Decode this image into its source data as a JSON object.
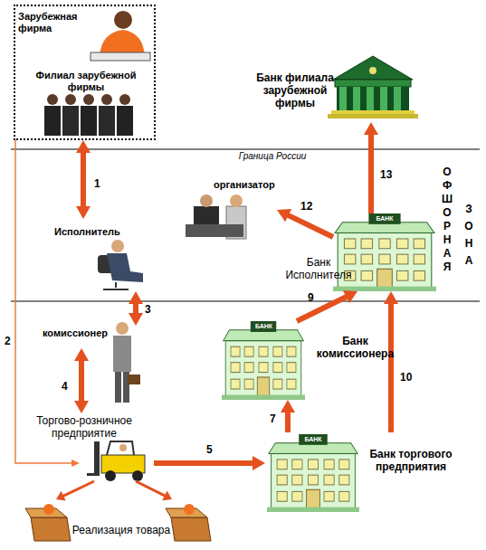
{
  "diagram": {
    "nodes": [
      {
        "text": [
          "Зарубежная фирма",
          "Филиал зарубежной фирмы"
        ]
      },
      {
        "text": [
          "Банк филиала зарубежной фирмы"
        ]
      },
      {
        "text": [
          "Исполнитель"
        ]
      },
      {
        "text": [
          "организатор"
        ]
      },
      {
        "text": [
          "БАНК",
          "Банк Исполнителя"
        ]
      },
      {
        "text": [
          "комиссионер"
        ]
      },
      {
        "text": [
          "БАНК",
          "Банк комиссионера"
        ]
      },
      {
        "text": [
          "Торгово-розничное предприятие"
        ]
      },
      {
        "text": [
          "БАНК",
          "Банк торгового предприятия"
        ]
      },
      {
        "text": [
          "Реализация товара"
        ]
      }
    ],
    "edges": [
      {
        "from": 0,
        "to": 2,
        "arrow": "both",
        "label": "1"
      },
      {
        "from": 0,
        "to": 7,
        "arrow": "to",
        "label": "2"
      },
      {
        "from": 2,
        "to": 5,
        "arrow": "both",
        "label": "3"
      },
      {
        "from": 5,
        "to": 7,
        "arrow": "both",
        "label": "4"
      },
      {
        "from": 7,
        "to": 8,
        "arrow": "to",
        "label": "5"
      },
      {
        "from": 8,
        "to": 6,
        "arrow": "to",
        "label": "7"
      },
      {
        "from": 6,
        "to": 4,
        "arrow": "to",
        "label": "9"
      },
      {
        "from": 8,
        "to": 4,
        "arrow": "to",
        "label": "10"
      },
      {
        "from": 4,
        "to": 3,
        "arrow": "to",
        "label": "12"
      },
      {
        "from": 4,
        "to": 1,
        "arrow": "to",
        "label": "13"
      },
      {
        "from": 7,
        "to": 9,
        "arrow": "to"
      },
      {
        "from": 7,
        "to": 9,
        "arrow": "to"
      }
    ],
    "labels": [
      "Граница России",
      "ОФШОРНАЯ",
      "ЗОНА"
    ]
  }
}
